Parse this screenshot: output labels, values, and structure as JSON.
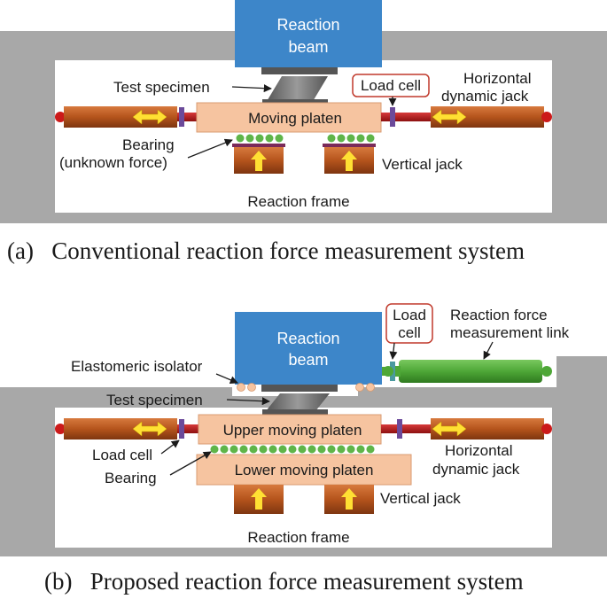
{
  "diagram_a": {
    "caption": "(a)   Conventional reaction force measurement system",
    "labels": {
      "reaction_beam_1": "Reaction",
      "reaction_beam_2": "beam",
      "test_specimen": "Test specimen",
      "load_cell": "Load cell",
      "horizontal_jack_1": "Horizontal",
      "horizontal_jack_2": "dynamic jack",
      "moving_platen": "Moving platen",
      "bearing_1": "Bearing",
      "bearing_2": "(unknown force)",
      "vertical_jack": "Vertical jack",
      "reaction_frame": "Reaction frame"
    }
  },
  "diagram_b": {
    "caption": "(b)   Proposed reaction force measurement system",
    "labels": {
      "reaction_beam_1": "Reaction",
      "reaction_beam_2": "beam",
      "load_cell_1": "Load",
      "load_cell_2": "cell",
      "link_1": "Reaction force",
      "link_2": "measurement link",
      "elastomeric_isolator": "Elastomeric isolator",
      "test_specimen": "Test specimen",
      "upper_platen": "Upper moving platen",
      "lower_platen": "Lower moving platen",
      "load_cell": "Load cell",
      "bearing": "Bearing",
      "horizontal_jack_1": "Horizontal",
      "horizontal_jack_2": "dynamic jack",
      "vertical_jack": "Vertical jack",
      "reaction_frame": "Reaction frame"
    }
  },
  "colors": {
    "frame_gray": "#a8a8a8",
    "beam_blue": "#3d86c9",
    "jack_brown": "#b5541c",
    "rod_red": "#b01818",
    "platen_peach": "#f6c4a0",
    "bearing_green": "#5fb549",
    "link_green": "#4ea737",
    "arrow_yellow": "#ffe033",
    "specimen_gray": "#7d7d7d",
    "load_cell_border": "#c0392b"
  }
}
